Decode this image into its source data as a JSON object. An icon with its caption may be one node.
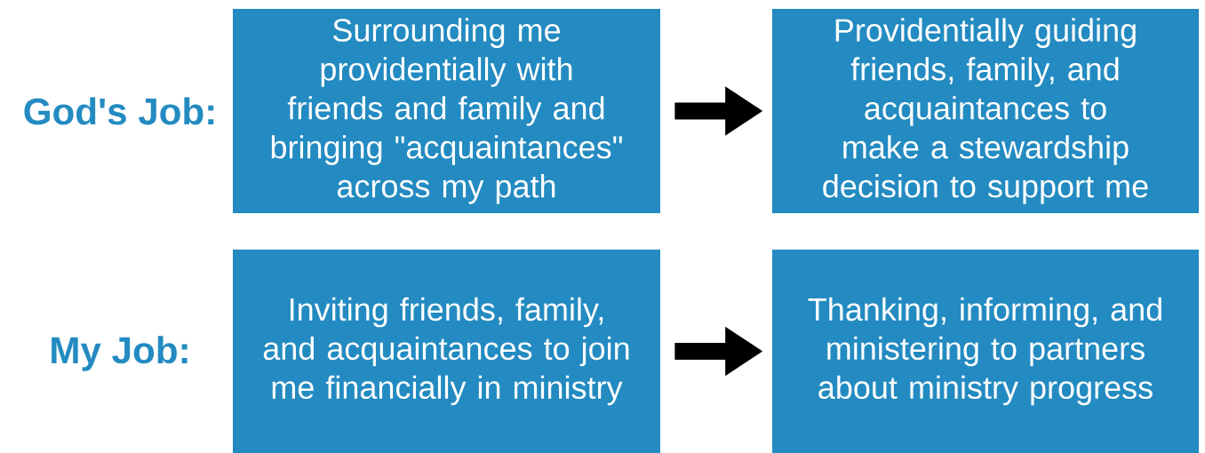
{
  "diagram": {
    "nodes": [
      {
        "text": [
          "Surrounding me providentially with friends and family and bringing \"acquaintances\" across my path"
        ]
      },
      {
        "text": [
          "Providentially guiding friends, family, and acquaintances to make a stewardship decision to support me"
        ]
      },
      {
        "text": [
          "Inviting friends, family, and acquaintances to join me financially in ministry"
        ]
      },
      {
        "text": [
          "Thanking, informing, and ministering to partners about ministry progress"
        ]
      }
    ],
    "edges": [
      {
        "from": 0,
        "to": 1,
        "arrow": "to"
      },
      {
        "from": 2,
        "to": 3,
        "arrow": "to"
      }
    ],
    "labels": [
      "God's Job:",
      "My Job:"
    ]
  }
}
